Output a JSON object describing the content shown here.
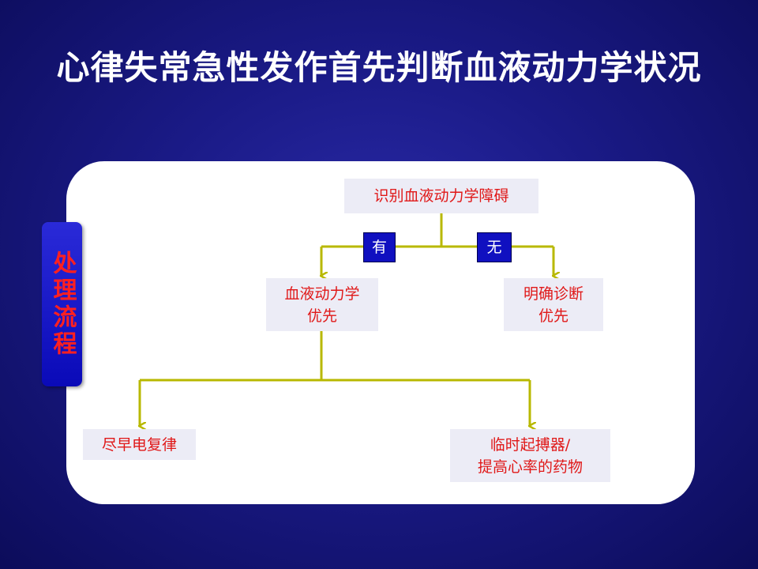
{
  "title": "心律失常急性发作首先判断血液动力学状况",
  "side_tab": "处理流程",
  "nodes": {
    "root": "识别血液动力学障碍",
    "hemo_first": "血液动力学\n优先",
    "diag_first": "明确诊断\n优先",
    "cardiovert": "尽早电复律",
    "pacing": "临时起搏器/\n提高心率的药物"
  },
  "edges": {
    "yes": "有",
    "no": "无"
  },
  "colors": {
    "background": "#1a1a86",
    "text_red": "#e01818",
    "connector": "#b8b800",
    "tag_blue": "#1010c0"
  }
}
